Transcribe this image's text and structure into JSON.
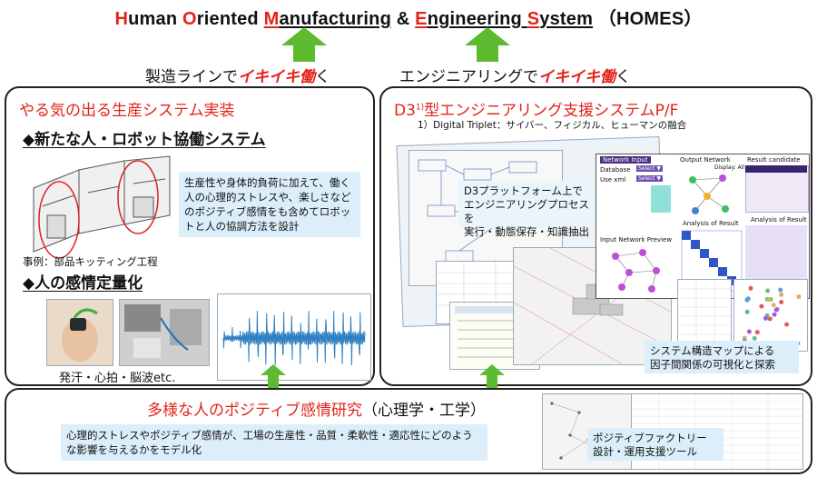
{
  "title": {
    "parts": [
      "H",
      "uman ",
      "O",
      "riented ",
      "M",
      "anufacturing",
      " & ",
      "E",
      "ngineering ",
      "S",
      "ystem",
      " （HOMES）"
    ]
  },
  "slogans": {
    "left_prefix": "製造ラインで",
    "left_accent": "イキイキ働",
    "left_suffix": "く",
    "right_prefix": "エンジニアリングで",
    "right_accent": "イキイキ働",
    "right_suffix": "く"
  },
  "left_panel": {
    "heading": "やる気の出る生産システム実装",
    "section1": "◆新たな人・ロボット協働システム",
    "section1_note": "生産性や身体的負荷に加えて、働く人の心理的ストレスや、楽しさなどのポジティブ感情をも含めてロボットと人の協調方法を設計",
    "example": "事例：部品キッティング工程",
    "section2": "◆人の感情定量化",
    "sensors_caption": "発汗・心拍・脳波etc."
  },
  "right_panel": {
    "heading_main": "D3",
    "heading_sup": "1)",
    "heading_rest": "型エンジニアリング支援システムP/F",
    "footnote": "1）Digital Triplet：サイバー、フィジカル、ヒューマンの融合",
    "platform_note": "D3プラットフォーム上で\nエンジニアリングプロセスを\n実行・動態保存・知識抽出",
    "map_note": "システム構造マップによる\n因子間関係の可視化と探索",
    "ui_labels": {
      "network_input": "Network Input",
      "database": "Database",
      "use_xml": "Use xml",
      "output_network": "Output Network",
      "display": "Display: All",
      "result_candidate": "Result candidate",
      "analysis_of_result": "Analysis of Result",
      "input_network_preview": "Input Network Preview",
      "select": "Select ▼"
    }
  },
  "bottom_panel": {
    "heading_red": "多様な人のポジティブ感情研究",
    "heading_black": "（心理学・工学）",
    "note": "心理的ストレスやポジティブ感情が、工場の生産性・品質・柔軟性・適応性にどのような影響を与えるかをモデル化",
    "tool_note": "ポジティブファクトリー\n設計・運用支援ツール"
  },
  "colors": {
    "accent_red": "#e2231a",
    "arrow_green": "#5dbb2f",
    "note_blue": "#dbeefa",
    "panel_border": "#222222"
  }
}
